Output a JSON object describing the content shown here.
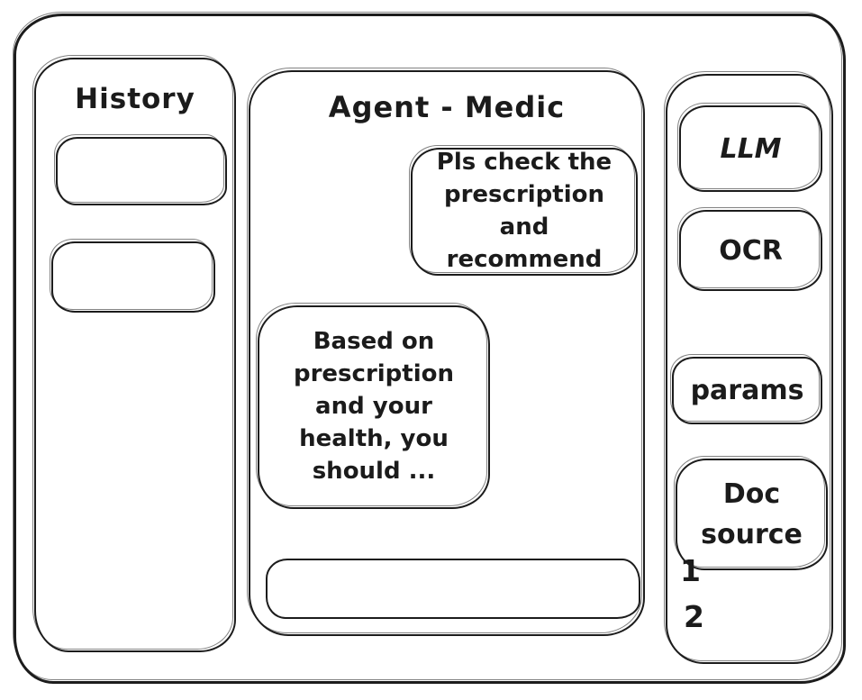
{
  "colors": {
    "ink": "#1b1b1b",
    "background": "#ffffff"
  },
  "history": {
    "title": "History",
    "items": [
      {
        "label": ""
      },
      {
        "label": ""
      }
    ]
  },
  "chat": {
    "title": "Agent - Medic",
    "messages": [
      {
        "role": "user",
        "text": "Pls check the\nprescription\nand recommend"
      },
      {
        "role": "assistant",
        "text": "Based on\nprescription\nand your\nhealth, you\nshould ..."
      }
    ],
    "input": {
      "value": "",
      "placeholder": ""
    }
  },
  "tools": {
    "buttons": [
      {
        "label": "LLM"
      },
      {
        "label": "OCR"
      },
      {
        "label": "params"
      },
      {
        "label": "Doc source"
      }
    ],
    "doc_sources": [
      "1",
      "2"
    ]
  }
}
